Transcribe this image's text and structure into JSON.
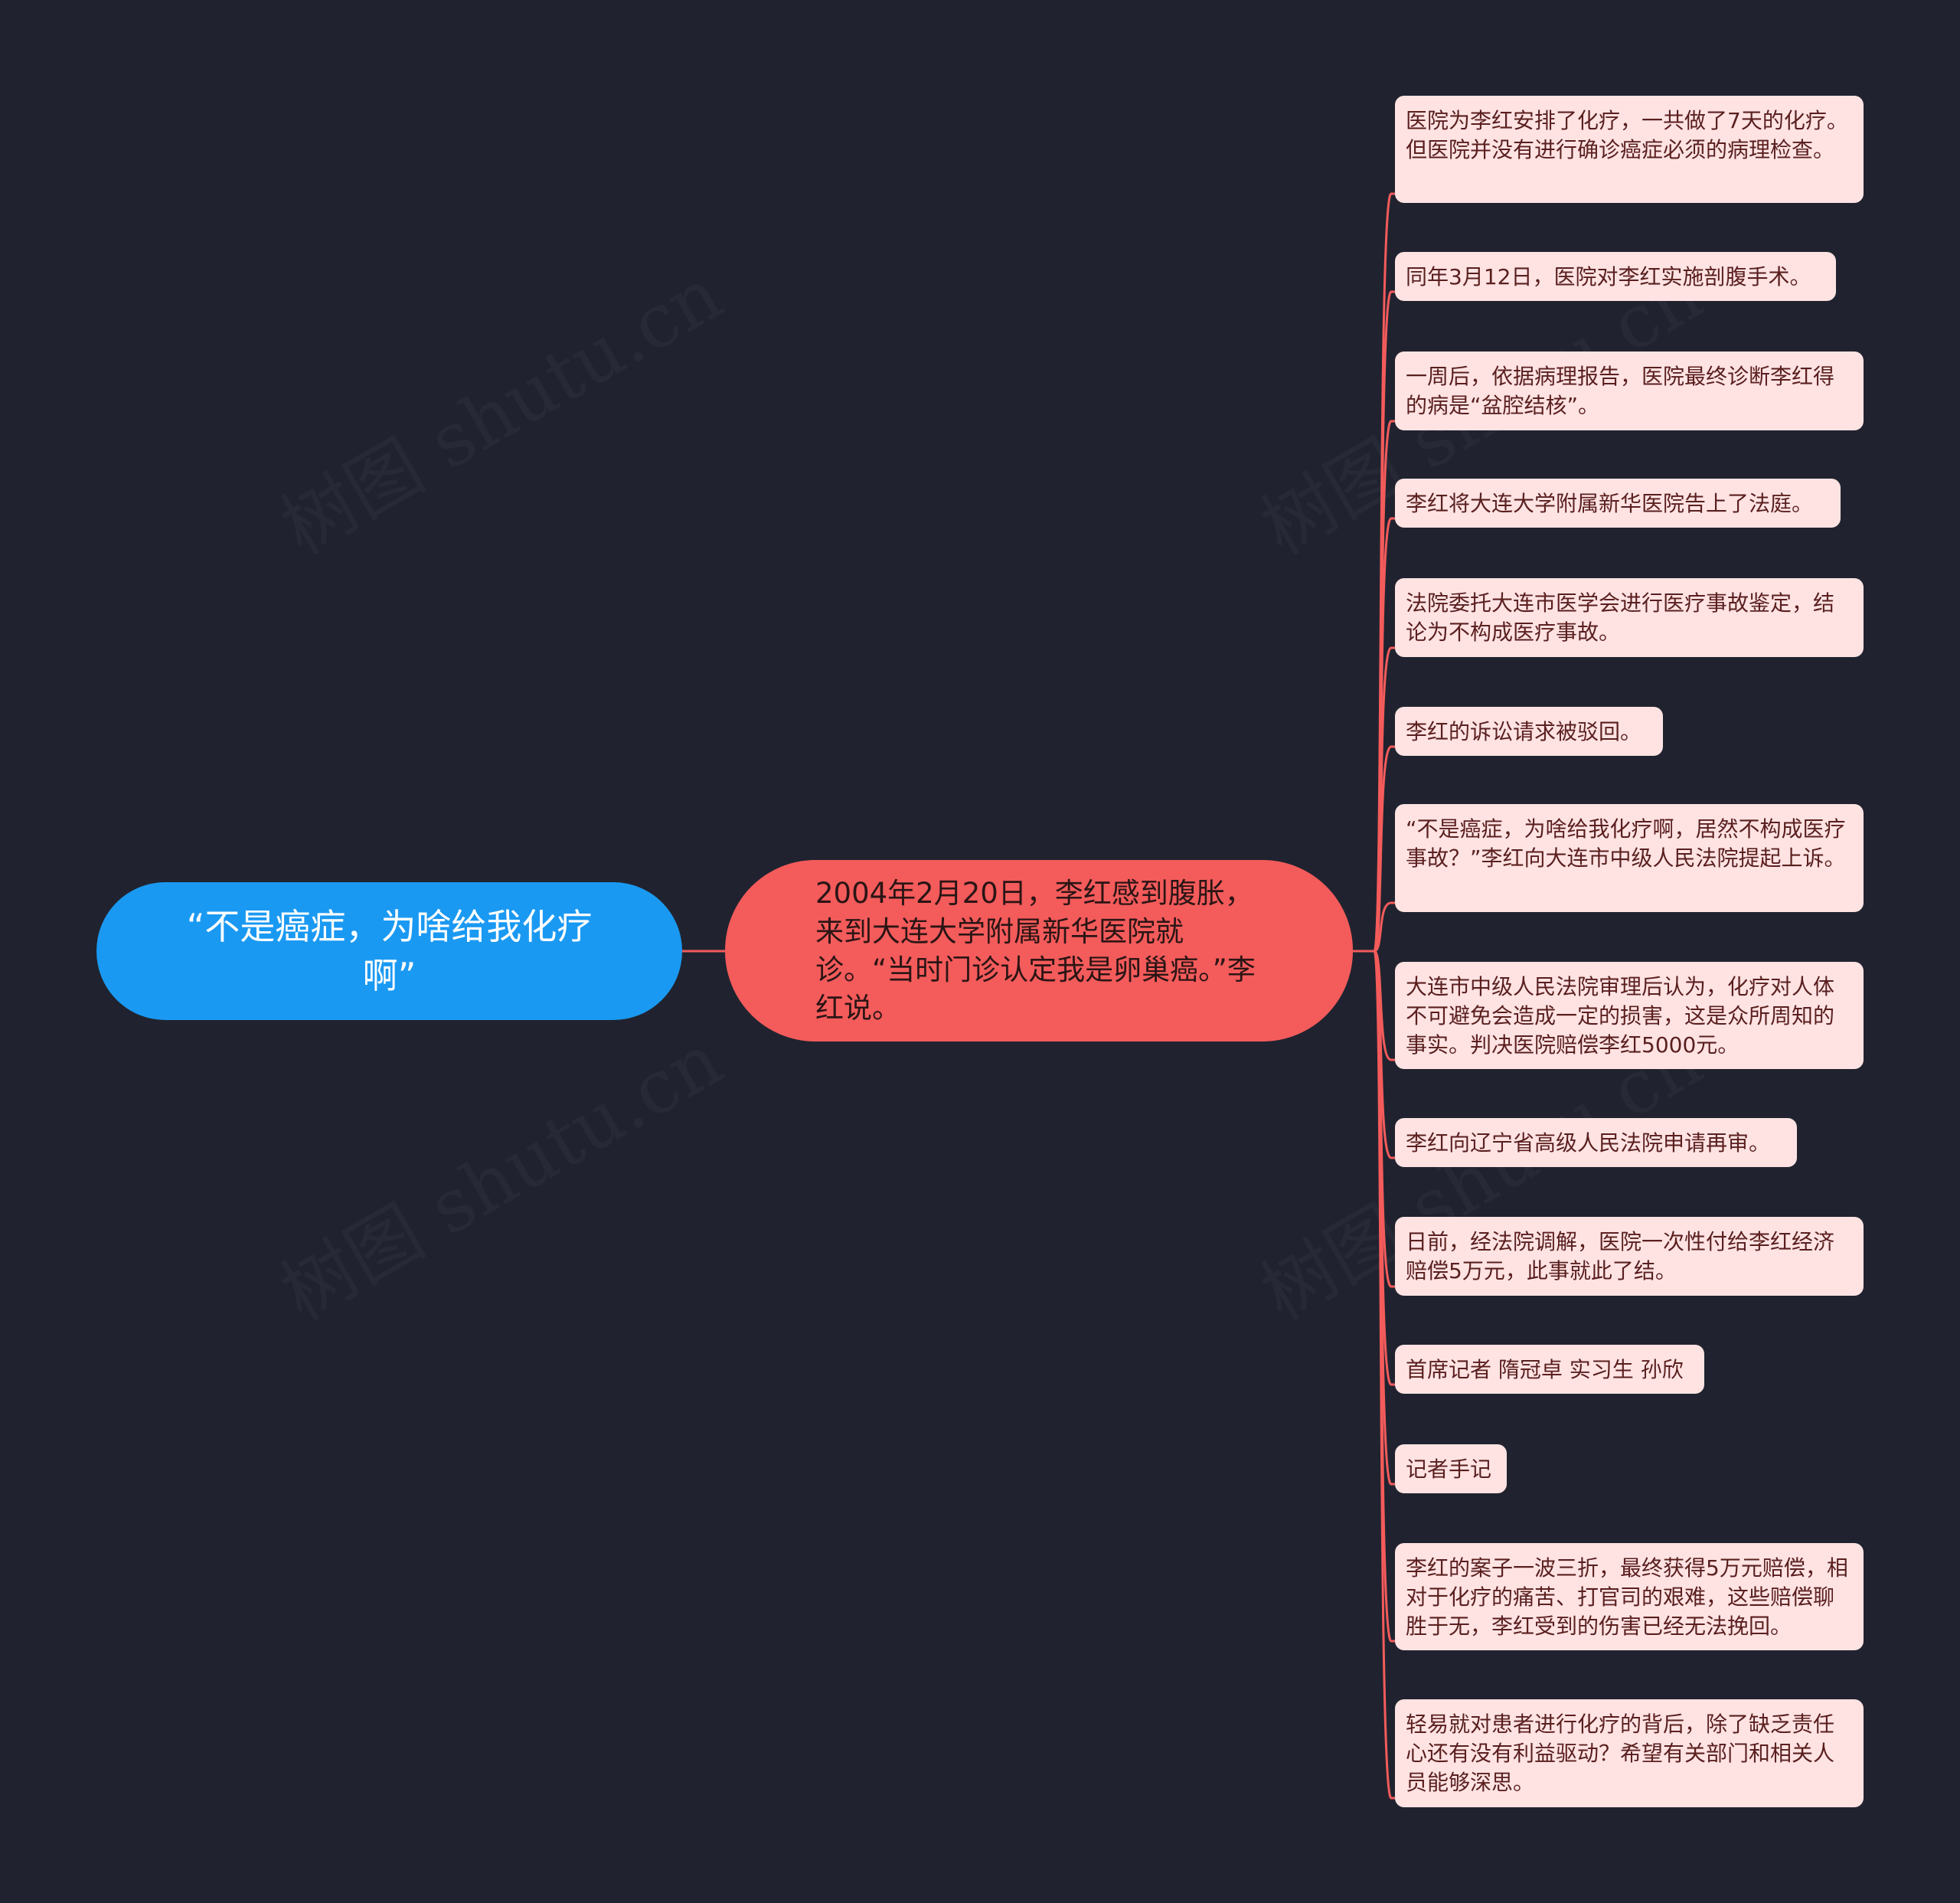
{
  "root": {
    "label": "“不是癌症，为啥给我化疗啊”"
  },
  "center": {
    "label": "2004年2月20日，李红感到腹胀，来到大连大学附属新华医院就诊。“当时门诊认定我是卵巢癌。”李红说。"
  },
  "leaves": [
    "医院为李红安排了化疗，一共做了7天的化疗。但医院并没有进行确诊癌症必须的病理检查。",
    "同年3月12日，医院对李红实施剖腹手术。",
    "一周后，依据病理报告，医院最终诊断李红得的病是“盆腔结核”。",
    "李红将大连大学附属新华医院告上了法庭。",
    "法院委托大连市医学会进行医疗事故鉴定，结论为不构成医疗事故。",
    "李红的诉讼请求被驳回。",
    "“不是癌症，为啥给我化疗啊，居然不构成医疗事故？”李红向大连市中级人民法院提起上诉。",
    "大连市中级人民法院审理后认为，化疗对人体不可避免会造成一定的损害，这是众所周知的事实。判决医院赔偿李红5000元。",
    "李红向辽宁省高级人民法院申请再审。",
    "日前，经法院调解，医院一次性付给李红经济赔偿5万元，此事就此了结。",
    "首席记者 隋冠卓 实习生 孙欣",
    "记者手记",
    "李红的案子一波三折，最终获得5万元赔偿，相对于化疗的痛苦、打官司的艰难，这些赔偿聊胜于无，李红受到的伤害已经无法挽回。",
    "轻易就对患者进行化疗的背后，除了缺乏责任心还有没有利益驱动？希望有关部门和相关人员能够深思。"
  ],
  "watermark": "树图 shutu.cn",
  "colors": {
    "background": "#20232f",
    "root": "#1a99f2",
    "center": "#f45b5b",
    "leaf": "#ffe3e3",
    "link": "#f45b5b"
  }
}
